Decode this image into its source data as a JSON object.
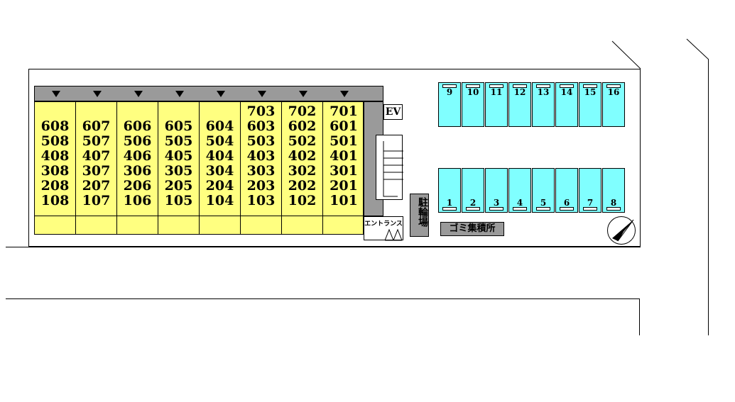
{
  "building": {
    "columns": [
      {
        "numbers": [
          "608",
          "508",
          "408",
          "308",
          "208",
          "108"
        ]
      },
      {
        "numbers": [
          "607",
          "507",
          "407",
          "307",
          "207",
          "107"
        ]
      },
      {
        "numbers": [
          "606",
          "506",
          "406",
          "306",
          "206",
          "106"
        ]
      },
      {
        "numbers": [
          "605",
          "505",
          "405",
          "305",
          "205",
          "105"
        ]
      },
      {
        "numbers": [
          "604",
          "504",
          "404",
          "304",
          "204",
          "104"
        ]
      },
      {
        "numbers": [
          "703",
          "603",
          "503",
          "403",
          "303",
          "203",
          "103"
        ]
      },
      {
        "numbers": [
          "702",
          "602",
          "502",
          "402",
          "302",
          "202",
          "102"
        ]
      },
      {
        "numbers": [
          "701",
          "601",
          "501",
          "401",
          "301",
          "201",
          "101"
        ]
      }
    ],
    "elevator_label": "EV",
    "entrance_label": "エントランス"
  },
  "facilities": {
    "bicycle_parking": "駐輪場",
    "garbage": "ゴミ集積所"
  },
  "parking": {
    "top_row": [
      "9",
      "10",
      "11",
      "12",
      "13",
      "14",
      "15",
      "16"
    ],
    "bottom_row": [
      "1",
      "2",
      "3",
      "4",
      "5",
      "6",
      "7",
      "8"
    ]
  },
  "colors": {
    "units": "#ffff80",
    "parking": "#80ffff",
    "shared": "#9a9a9a"
  }
}
